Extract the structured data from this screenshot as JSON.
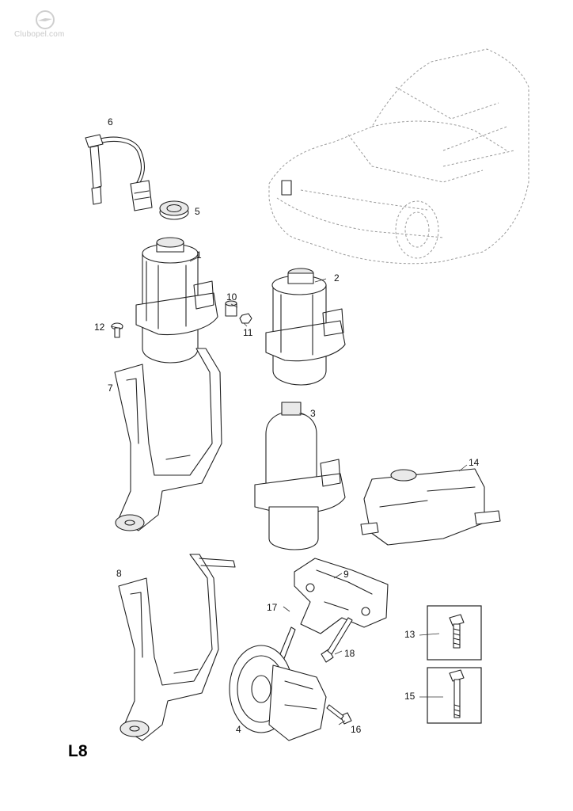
{
  "watermark": {
    "text": "Clubopel.com",
    "logo_icon": "opel-logo-icon"
  },
  "diagram_code": "L8",
  "callouts": [
    {
      "id": "1",
      "text": "1"
    },
    {
      "id": "2",
      "text": "2"
    },
    {
      "id": "3",
      "text": "3"
    },
    {
      "id": "4",
      "text": "4"
    },
    {
      "id": "5",
      "text": "5"
    },
    {
      "id": "6",
      "text": "6"
    },
    {
      "id": "7",
      "text": "7"
    },
    {
      "id": "8",
      "text": "8"
    },
    {
      "id": "9",
      "text": "9"
    },
    {
      "id": "10",
      "text": "10"
    },
    {
      "id": "11",
      "text": "11"
    },
    {
      "id": "12",
      "text": "12"
    },
    {
      "id": "13",
      "text": "13"
    },
    {
      "id": "14",
      "text": "14"
    },
    {
      "id": "15",
      "text": "15"
    },
    {
      "id": "16",
      "text": "16"
    },
    {
      "id": "17",
      "text": "17"
    },
    {
      "id": "18",
      "text": "18"
    }
  ],
  "parts": [
    {
      "ref": "1",
      "icon": "electro-hydraulic-pump-icon"
    },
    {
      "ref": "2",
      "icon": "electro-hydraulic-pump-icon"
    },
    {
      "ref": "3",
      "icon": "pump-reservoir-icon"
    },
    {
      "ref": "4",
      "icon": "pulley-pump-icon"
    },
    {
      "ref": "5",
      "icon": "reservoir-cap-icon"
    },
    {
      "ref": "6",
      "icon": "wiring-sensor-icon"
    },
    {
      "ref": "7",
      "icon": "mounting-bracket-icon"
    },
    {
      "ref": "8",
      "icon": "mounting-bracket-icon"
    },
    {
      "ref": "9",
      "icon": "pump-bracket-icon"
    },
    {
      "ref": "10",
      "icon": "bushing-icon"
    },
    {
      "ref": "11",
      "icon": "nut-icon"
    },
    {
      "ref": "12",
      "icon": "screw-icon"
    },
    {
      "ref": "13",
      "icon": "bolt-icon"
    },
    {
      "ref": "14",
      "icon": "fluid-reservoir-icon"
    },
    {
      "ref": "15",
      "icon": "long-bolt-icon"
    },
    {
      "ref": "16",
      "icon": "bolt-icon"
    },
    {
      "ref": "17",
      "icon": "bolt-icon"
    },
    {
      "ref": "18",
      "icon": "bolt-icon"
    }
  ]
}
